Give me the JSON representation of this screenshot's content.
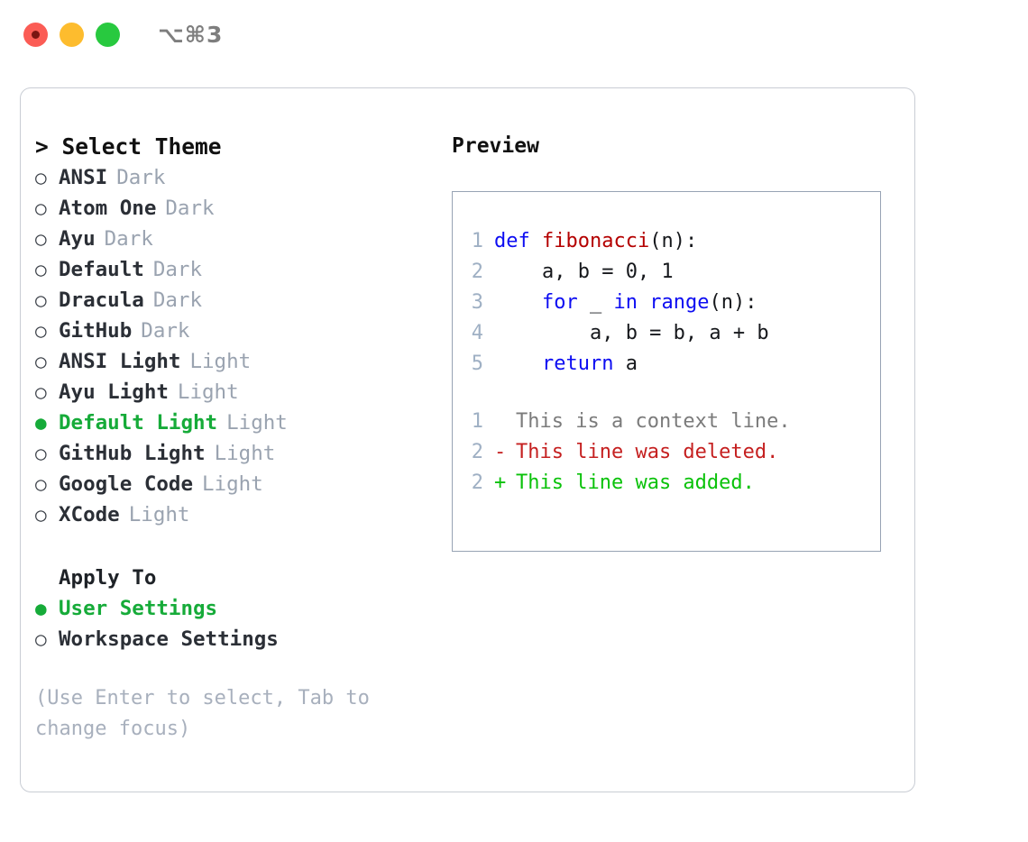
{
  "titlebar": {
    "shortcut": "⌥⌘3",
    "buttons": [
      {
        "name": "close",
        "color": "#fb5c55"
      },
      {
        "name": "minimize",
        "color": "#fdbc2e"
      },
      {
        "name": "maximize",
        "color": "#28c93f"
      }
    ]
  },
  "theme_list": {
    "header": "> Select Theme",
    "items": [
      {
        "marker": "○",
        "name": "ANSI",
        "variant": "Dark",
        "selected": false
      },
      {
        "marker": "○",
        "name": "Atom One",
        "variant": "Dark",
        "selected": false
      },
      {
        "marker": "○",
        "name": "Ayu",
        "variant": "Dark",
        "selected": false
      },
      {
        "marker": "○",
        "name": "Default",
        "variant": "Dark",
        "selected": false
      },
      {
        "marker": "○",
        "name": "Dracula",
        "variant": "Dark",
        "selected": false
      },
      {
        "marker": "○",
        "name": "GitHub",
        "variant": "Dark",
        "selected": false
      },
      {
        "marker": "○",
        "name": "ANSI Light",
        "variant": "Light",
        "selected": false
      },
      {
        "marker": "○",
        "name": "Ayu Light",
        "variant": "Light",
        "selected": false
      },
      {
        "marker": "●",
        "name": "Default Light",
        "variant": "Light",
        "selected": true
      },
      {
        "marker": "○",
        "name": "GitHub Light",
        "variant": "Light",
        "selected": false
      },
      {
        "marker": "○",
        "name": "Google Code",
        "variant": "Light",
        "selected": false
      },
      {
        "marker": "○",
        "name": "XCode",
        "variant": "Light",
        "selected": false
      }
    ]
  },
  "apply_to": {
    "label": "Apply To",
    "options": [
      {
        "marker": "●",
        "label": "User Settings",
        "selected": true
      },
      {
        "marker": "○",
        "label": "Workspace Settings",
        "selected": false
      }
    ]
  },
  "hint": "(Use Enter to select, Tab to change focus)",
  "preview": {
    "title": "Preview",
    "code_lines": [
      {
        "num": "1",
        "tokens": [
          {
            "text": "def ",
            "type": "kw"
          },
          {
            "text": "fibonacci",
            "type": "fn"
          },
          {
            "text": "(n):",
            "type": "plain"
          }
        ]
      },
      {
        "num": "2",
        "tokens": [
          {
            "text": "    a, b = 0, 1",
            "type": "plain"
          }
        ]
      },
      {
        "num": "3",
        "tokens": [
          {
            "text": "    ",
            "type": "plain"
          },
          {
            "text": "for",
            "type": "kw"
          },
          {
            "text": " _ ",
            "type": "plain"
          },
          {
            "text": "in",
            "type": "kw"
          },
          {
            "text": " ",
            "type": "plain"
          },
          {
            "text": "range",
            "type": "kw"
          },
          {
            "text": "(n):",
            "type": "plain"
          }
        ]
      },
      {
        "num": "4",
        "tokens": [
          {
            "text": "        a, b = b, a + b",
            "type": "plain"
          }
        ]
      },
      {
        "num": "5",
        "tokens": [
          {
            "text": "    ",
            "type": "plain"
          },
          {
            "text": "return",
            "type": "kw"
          },
          {
            "text": " a",
            "type": "plain"
          }
        ]
      }
    ],
    "diff_lines": [
      {
        "num": "1",
        "marker": " ",
        "text": "This is a context line.",
        "type": "ctx"
      },
      {
        "num": "2",
        "marker": "-",
        "text": "This line was deleted.",
        "type": "del"
      },
      {
        "num": "2",
        "marker": "+",
        "text": "This line was added.",
        "type": "add"
      }
    ]
  },
  "colors": {
    "accent_green": "#16ab39",
    "keyword_blue": "#0d0df2",
    "function_red": "#b40000",
    "diff_delete": "#c52020",
    "diff_add": "#0ac20a",
    "muted": "#9aa3b0"
  }
}
